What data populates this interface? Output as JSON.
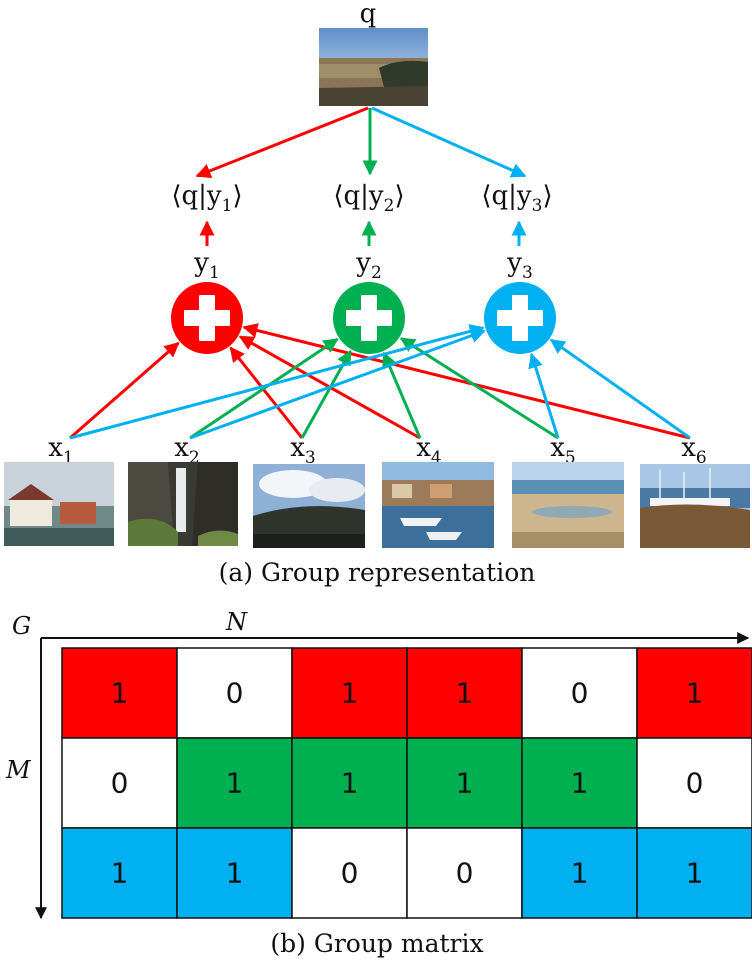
{
  "colors": {
    "red": "#ff0000",
    "green": "#00b050",
    "blue": "#00b0f0",
    "white": "#ffffff"
  },
  "query": {
    "label": "q",
    "image": "coast-photo"
  },
  "scores": [
    {
      "prefix": "⟨q|y",
      "sub": "1",
      "suffix": "⟩",
      "color": "red"
    },
    {
      "prefix": "⟨q|y",
      "sub": "2",
      "suffix": "⟩",
      "color": "green"
    },
    {
      "prefix": "⟨q|y",
      "sub": "3",
      "suffix": "⟩",
      "color": "blue"
    }
  ],
  "groups": [
    {
      "base": "y",
      "sub": "1",
      "color": "red",
      "members": [
        1,
        3,
        4,
        6
      ]
    },
    {
      "base": "y",
      "sub": "2",
      "color": "green",
      "members": [
        2,
        3,
        4,
        5
      ]
    },
    {
      "base": "y",
      "sub": "3",
      "color": "blue",
      "members": [
        1,
        2,
        5,
        6
      ]
    }
  ],
  "items": [
    {
      "base": "x",
      "sub": "1",
      "image": "riverside-buildings-photo"
    },
    {
      "base": "x",
      "sub": "2",
      "image": "waterfall-photo"
    },
    {
      "base": "x",
      "sub": "3",
      "image": "cloudy-sky-photo"
    },
    {
      "base": "x",
      "sub": "4",
      "image": "harbor-boats-photo"
    },
    {
      "base": "x",
      "sub": "5",
      "image": "sandy-beach-photo"
    },
    {
      "base": "x",
      "sub": "6",
      "image": "marina-rocks-photo"
    }
  ],
  "caption_a": "(a) Group representation",
  "matrix": {
    "row_axis_label": "M",
    "col_axis_label": "N",
    "corner_label": "G",
    "rows": [
      {
        "color": "red",
        "values": [
          1,
          0,
          1,
          1,
          0,
          1
        ]
      },
      {
        "color": "green",
        "values": [
          0,
          1,
          1,
          1,
          1,
          0
        ]
      },
      {
        "color": "blue",
        "values": [
          1,
          1,
          0,
          0,
          1,
          1
        ]
      }
    ]
  },
  "caption_b": "(b) Group matrix"
}
